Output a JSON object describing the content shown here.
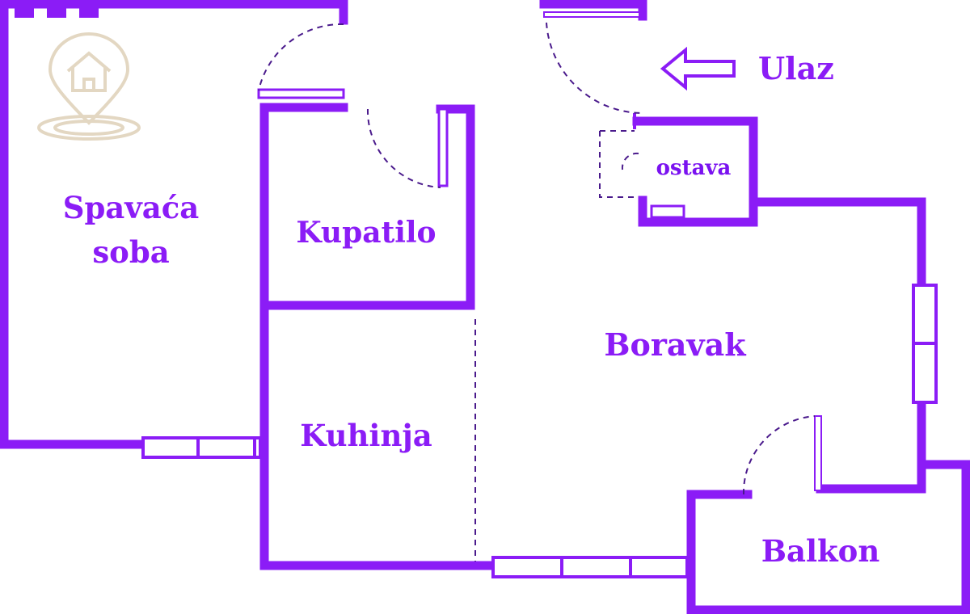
{
  "diagram": {
    "rooms": {
      "bedroom_line1": "Spavaća",
      "bedroom_line2": "soba",
      "bathroom": "Kupatilo",
      "kitchen": "Kuhinja",
      "living": "Boravak",
      "storage": "ostava",
      "balcony": "Balkon"
    },
    "entrance": "Ulaz"
  },
  "colors": {
    "wall": "#8b1cf6",
    "text": "#8b1cf6",
    "door_arc": "#4a1a8c",
    "logo": "#e3d7c2"
  },
  "icons": {
    "entrance_arrow": "left-arrow-icon",
    "watermark": "home-location-pin-icon"
  }
}
